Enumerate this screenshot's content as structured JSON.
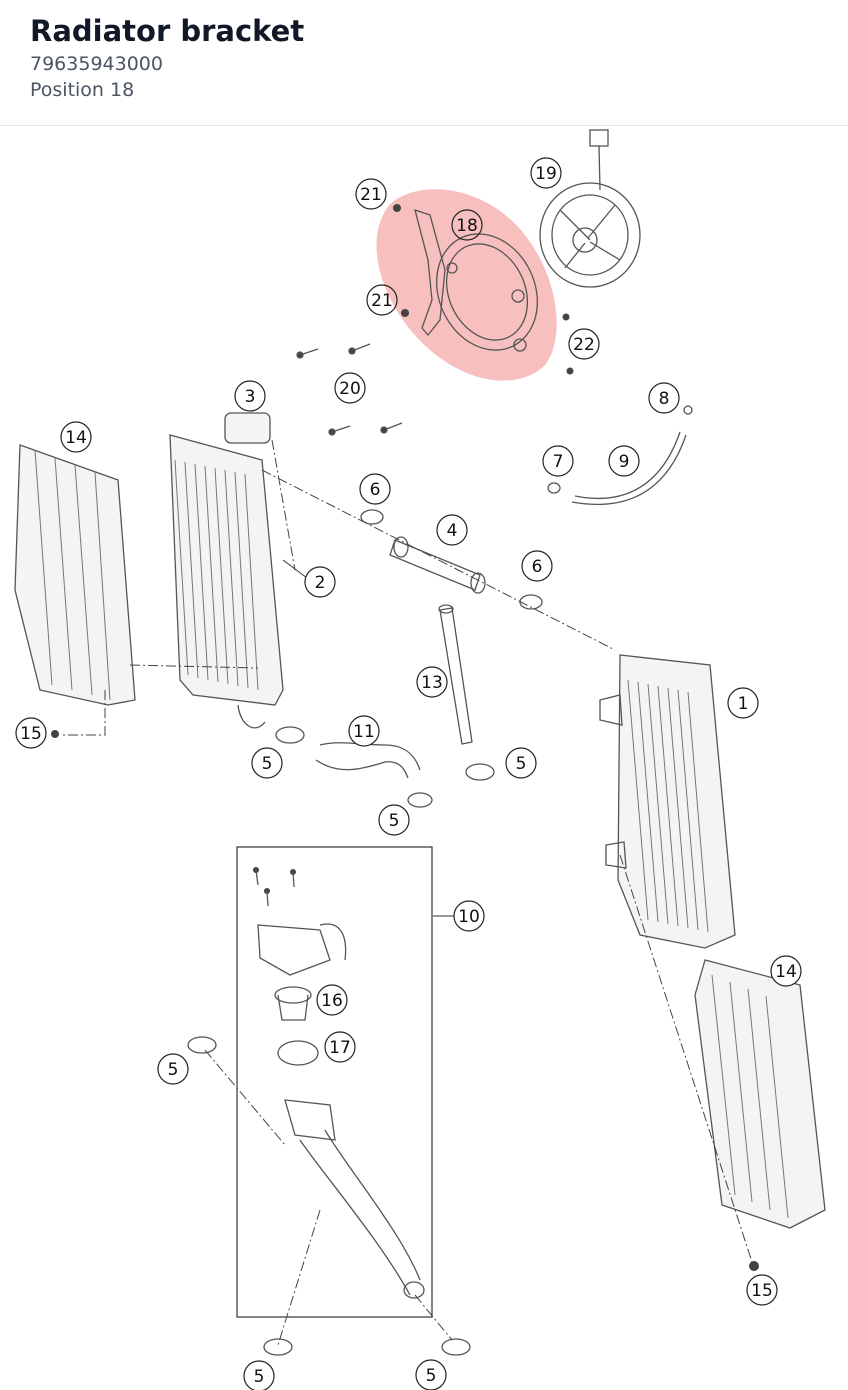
{
  "header": {
    "title": "Radiator bracket",
    "part_number": "79635943000",
    "position": "Position 18"
  },
  "highlight": {
    "callout": "18",
    "color": "#f28b8b"
  },
  "callouts": {
    "c1": "1",
    "c2": "2",
    "c3": "3",
    "c4": "4",
    "c5": "5",
    "c6": "6",
    "c7": "7",
    "c8": "8",
    "c9": "9",
    "c10": "10",
    "c11": "11",
    "c13": "13",
    "c14": "14",
    "c15": "15",
    "c16": "16",
    "c17": "17",
    "c18": "18",
    "c19": "19",
    "c20": "20",
    "c21": "21",
    "c22": "22"
  }
}
